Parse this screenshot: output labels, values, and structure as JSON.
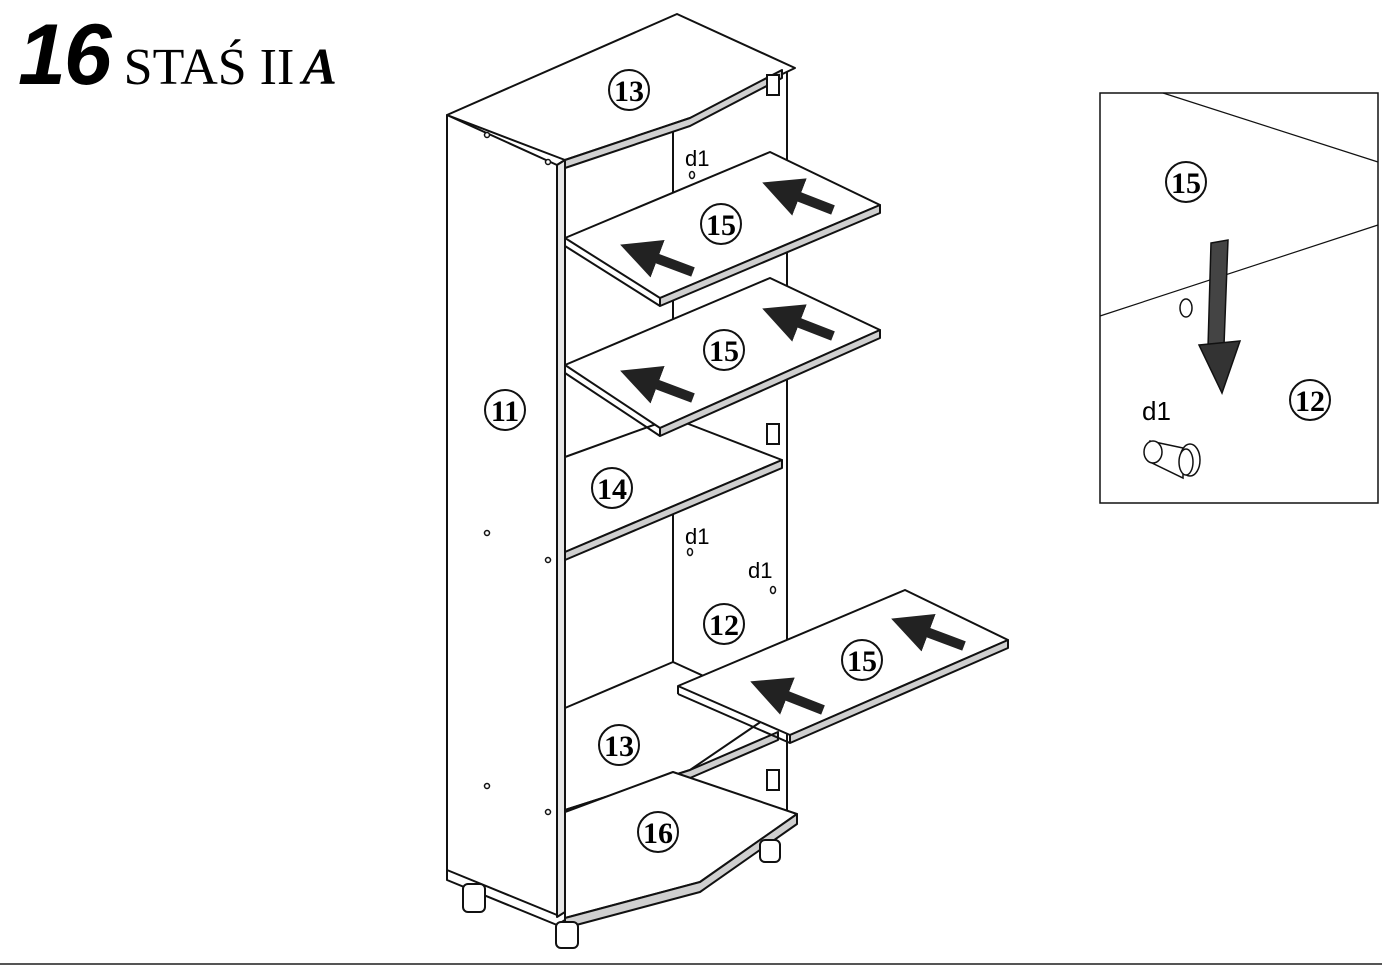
{
  "header": {
    "step_number": "16",
    "model_name": "STAŚ II",
    "model_variant": "A"
  },
  "part_labels": {
    "side_panel": "11",
    "back_panel": "12",
    "top_panel": "13",
    "middle_bottom_panel": "13",
    "fixed_shelf": "14",
    "upper_shelf": "15",
    "middle_shelf": "15",
    "lower_shelf": "15",
    "plinth": "16"
  },
  "hardware": {
    "upper_pin": "d1",
    "middle_pin_left": "d1",
    "middle_pin_right": "d1"
  },
  "detail": {
    "shelf_label": "15",
    "back_panel_label": "12",
    "pin_label": "d1"
  }
}
